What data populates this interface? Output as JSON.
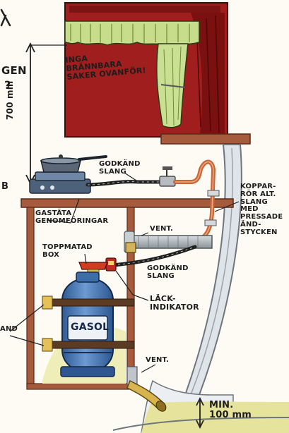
{
  "partial_labels": {
    "edge_top_left": "GEN",
    "edge_question": "?",
    "edge_mid_left": "B",
    "edge_bottom_left": "AND"
  },
  "labels": {
    "no_flammables": [
      "INGA",
      "BRÄNNBARA",
      "SAKER OVANFÖR!"
    ],
    "height_700": "700 mm",
    "approved_hose_top": [
      "GODKÄND",
      "SLANG"
    ],
    "copper_pipe": [
      "KOPPAR-",
      "RÖR ALT.",
      "SLANG",
      "MED",
      "PRESSADE",
      "ÄND-",
      "STYCKEN"
    ],
    "gastight_penetrations": [
      "GASTÄTA",
      "GENOMFÖRINGAR"
    ],
    "vent_upper": "VENT.",
    "top_fed_box": [
      "TOPPMATAD",
      "BOX"
    ],
    "approved_hose_lower": [
      "GODKÄND",
      "SLANG"
    ],
    "leak_indicator": [
      "LÄCK-",
      "INDIKATOR"
    ],
    "gasol": "GASOL",
    "vent_lower": "VENT.",
    "min_100": [
      "MIN.",
      "100 mm"
    ]
  },
  "colors": {
    "wood": "#a35a3a",
    "wood_dark": "#6b3522",
    "curtain_red": "#9e1c1c",
    "curtain_green": "#c9df92",
    "copper": "#c8683a",
    "tank_blue": "#3d6fb0",
    "hull": "#8f979e",
    "bilge_yellow": "#e9e6a6",
    "stove": "#4a5d76",
    "text": "#1d1d1d"
  }
}
